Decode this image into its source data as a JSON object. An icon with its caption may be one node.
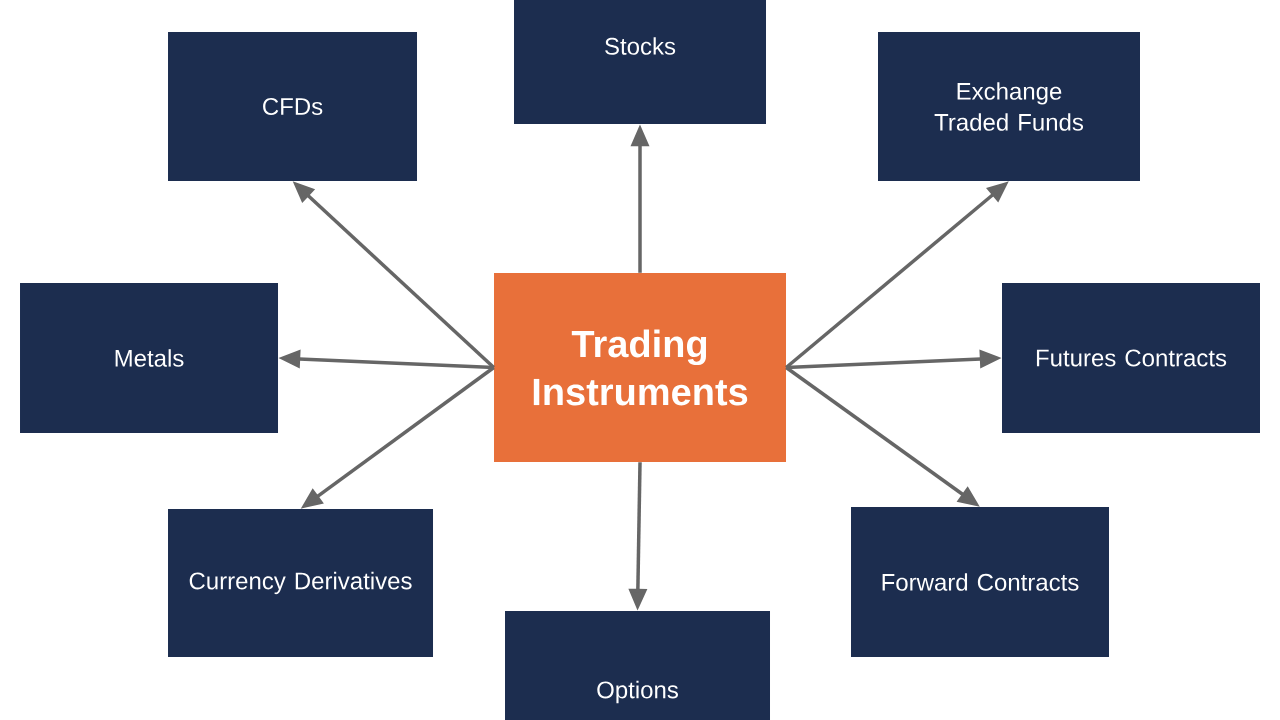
{
  "diagram": {
    "nodes": [
      {
        "text": [
          "Stocks"
        ]
      },
      {
        "text": [
          "CFDs"
        ]
      },
      {
        "text": [
          "Exchange Traded Funds"
        ]
      },
      {
        "text": [
          "Metals"
        ]
      },
      {
        "text": [
          "Trading Instruments"
        ]
      },
      {
        "text": [
          "Futures Contracts"
        ]
      },
      {
        "text": [
          "Currency Derivatives"
        ]
      },
      {
        "text": [
          "Forward Contracts"
        ]
      },
      {
        "text": [
          "Options"
        ]
      }
    ],
    "edges": [
      {
        "from": 4,
        "to": 0,
        "arrow": "to"
      },
      {
        "from": 4,
        "to": 1,
        "arrow": "to"
      },
      {
        "from": 4,
        "to": 2,
        "arrow": "to"
      },
      {
        "from": 4,
        "to": 3,
        "arrow": "to"
      },
      {
        "from": 4,
        "to": 5,
        "arrow": "to"
      },
      {
        "from": 4,
        "to": 6,
        "arrow": "to"
      },
      {
        "from": 4,
        "to": 7,
        "arrow": "to"
      },
      {
        "from": 4,
        "to": 8,
        "arrow": "to"
      }
    ]
  }
}
